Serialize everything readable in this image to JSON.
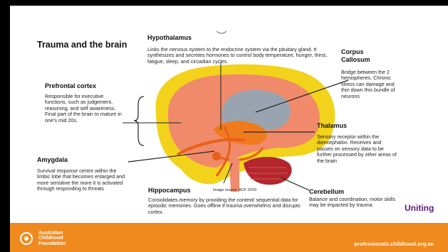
{
  "title": "Trauma and the brain",
  "regions": {
    "hypothalamus": {
      "heading": "Hypothalamus",
      "text": "Links the nervous system to the endocrine system via the pituitary gland. It synthesizes and secretes hormones to control body temperature, hunger, thirst, fatigue, sleep, and circadian cycles."
    },
    "corpus_callosum": {
      "heading": "Corpus Callosum",
      "text": "Bridge between the 2 hemispheres. Chronic stress can damage and thin down this bundle of neurons"
    },
    "prefrontal_cortex": {
      "heading": "Prefrontal cortex",
      "text": "Responsible for executive functions, such as judgement, reasoning, and self awareness. Final part of the brain to mature in one's mid 20s."
    },
    "thalamus": {
      "heading": "Thalamus",
      "text": "Sensory receptor within the diencephalon. Receives and passes on sensory data to be further processed by other areas of the brain"
    },
    "amygdala": {
      "heading": "Amygdala",
      "text": "Survival response centre within the limbic lobe that becomes enlarged and more sensitive the more it is activated through responding to threats"
    },
    "hippocampus": {
      "heading": "Hippocampus",
      "text": "Consolidates memory by providing the context/ sequential data for episodic memories. Goes offline if trauma overwhelms and disrupts cortex."
    },
    "cerebellum": {
      "heading": "Cerebellum",
      "text": "Balance and coordination, motor skills may be impacted by trauma"
    }
  },
  "image_source": "Image source: ACF 2020",
  "brand": "Uniting",
  "footer": {
    "logo_text": "Australian Childhood Foundation",
    "url": "professionals.childhood.org.au"
  },
  "colors": {
    "accent": "#f08a1e",
    "brand": "#5a1a7a",
    "brain_outer": "#f2d21b",
    "brain_inner": "#f08a6a",
    "center": "#9aa4b0",
    "cerebellum": "#b3262c"
  }
}
